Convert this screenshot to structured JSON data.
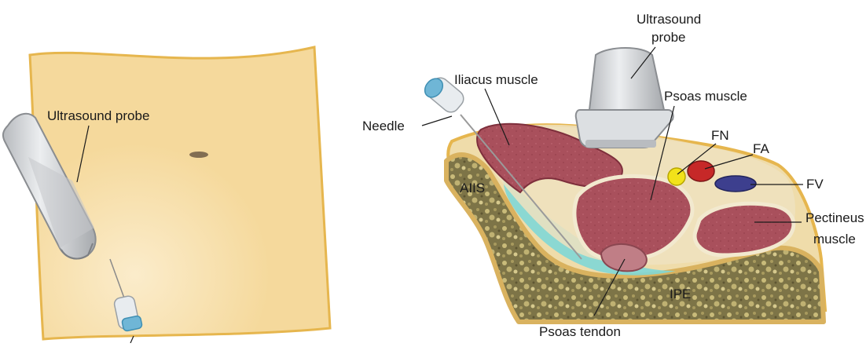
{
  "left_panel": {
    "probe_label": "Ultrasound probe"
  },
  "right_panel": {
    "labels": {
      "ultrasound_probe_line1": "Ultrasound",
      "ultrasound_probe_line2": "probe",
      "iliacus": "Iliacus muscle",
      "needle": "Needle",
      "psoas_muscle": "Psoas muscle",
      "fn": "FN",
      "fa": "FA",
      "fv": "FV",
      "aiis": "AIIS",
      "pectineus_line1": "Pectineus",
      "pectineus_line2": "muscle",
      "ipe": "IPE",
      "psoas_tendon": "Psoas tendon"
    }
  },
  "colors": {
    "skin": "#f5d99c",
    "skin_edge": "#e6b64e",
    "subcutis": "#efdcaa",
    "muscle": "#a9505c",
    "muscle_edge": "#7e2f3c",
    "fascia": "#eee2bf",
    "bone_fill": "#7d7447",
    "bone_cortex": "#d9b25f",
    "fluid": "#7fd7d6",
    "nerve": "#f2e21a",
    "artery": "#c62828",
    "vein": "#3d3f8e",
    "probe_body": "#d4d6d9",
    "needle_hub": "#6fb6d6"
  }
}
